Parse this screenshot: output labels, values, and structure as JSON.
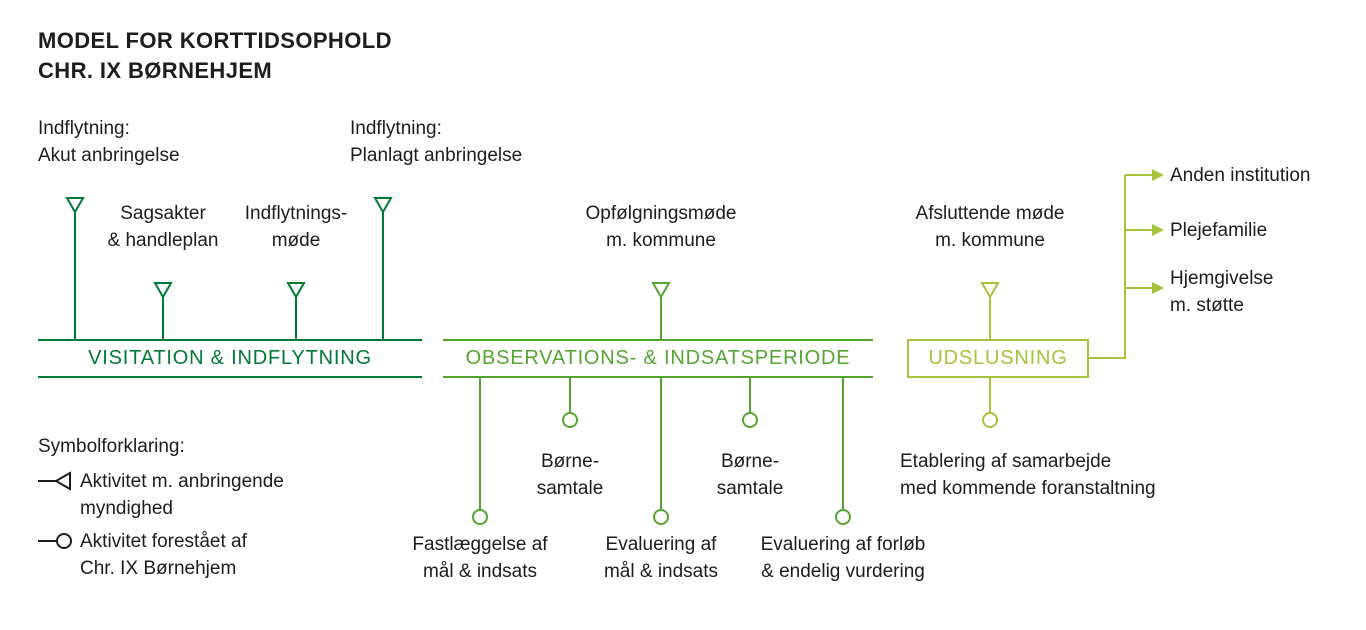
{
  "colors": {
    "dark-green": "#007A37",
    "mid-green": "#55A630",
    "lime-green": "#A6C33C",
    "text": "#1D1D1B"
  },
  "title": {
    "line1": "MODEL FOR KORTTIDSOPHOLD",
    "line2": "CHR. IX BØRNEHJEM"
  },
  "phases": [
    {
      "label": "VISITATION & INDFLYTNING",
      "color": "#007A37"
    },
    {
      "label": "OBSERVATIONS- & INDSATSPERIODE",
      "color": "#55A630"
    },
    {
      "label": "UDSLUSNING",
      "color": "#A6C33C"
    }
  ],
  "markers_above": [
    {
      "icon": "triangle-icon",
      "line1": "Indflytning:",
      "line2": "Akut anbringelse"
    },
    {
      "icon": "triangle-icon",
      "line1": "Sagsakter",
      "line2": "& handleplan"
    },
    {
      "icon": "triangle-icon",
      "line1": "Indflytnings-",
      "line2": "møde"
    },
    {
      "icon": "triangle-icon",
      "line1": "Indflytning:",
      "line2": "Planlagt anbringelse"
    },
    {
      "icon": "triangle-icon",
      "line1": "Opfølgningsmøde",
      "line2": "m. kommune"
    },
    {
      "icon": "triangle-icon",
      "line1": "Afsluttende møde",
      "line2": "m. kommune"
    }
  ],
  "markers_below": [
    {
      "icon": "circle-icon",
      "line1": "Fastlæggelse af",
      "line2": "mål & indsats"
    },
    {
      "icon": "circle-icon",
      "line1": "Børne-",
      "line2": "samtale"
    },
    {
      "icon": "circle-icon",
      "line1": "Evaluering af",
      "line2": "mål & indsats"
    },
    {
      "icon": "circle-icon",
      "line1": "Børne-",
      "line2": "samtale"
    },
    {
      "icon": "circle-icon",
      "line1": "Evaluering af forløb",
      "line2": "& endelig vurdering"
    },
    {
      "icon": "circle-icon",
      "line1": "Etablering af samarbejde",
      "line2": "med kommende foranstaltning"
    }
  ],
  "outcomes": [
    {
      "line1": "Anden institution",
      "line2": ""
    },
    {
      "line1": "Plejefamilie",
      "line2": ""
    },
    {
      "line1": "Hjemgivelse",
      "line2": "m. støtte"
    }
  ],
  "legend": {
    "title": "Symbolforklaring:",
    "items": [
      {
        "icon": "triangle-icon",
        "line1": "Aktivitet m. anbringende",
        "line2": "myndighed"
      },
      {
        "icon": "circle-icon",
        "line1": "Aktivitet forestået af",
        "line2": "Chr. IX Børnehjem"
      }
    ]
  }
}
